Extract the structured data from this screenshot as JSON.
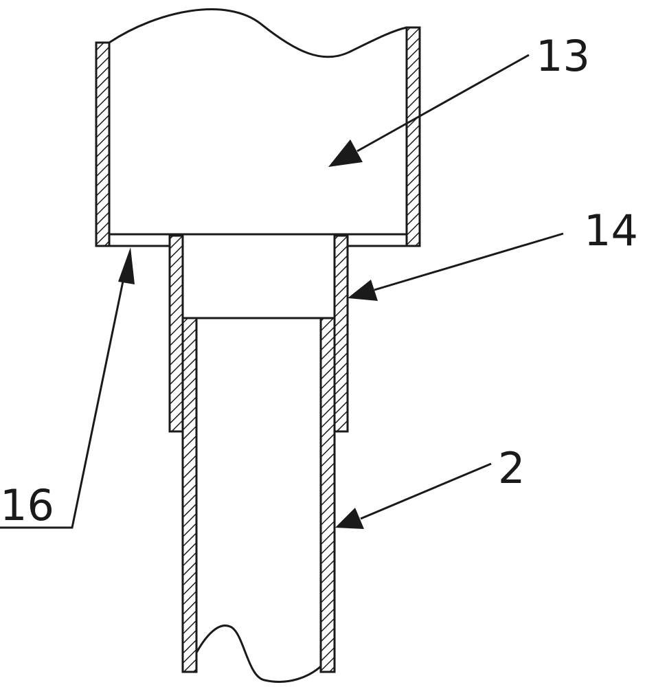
{
  "callouts": {
    "container": "13",
    "sleeve": "14",
    "flange_gap": "16",
    "pipe": "2"
  }
}
